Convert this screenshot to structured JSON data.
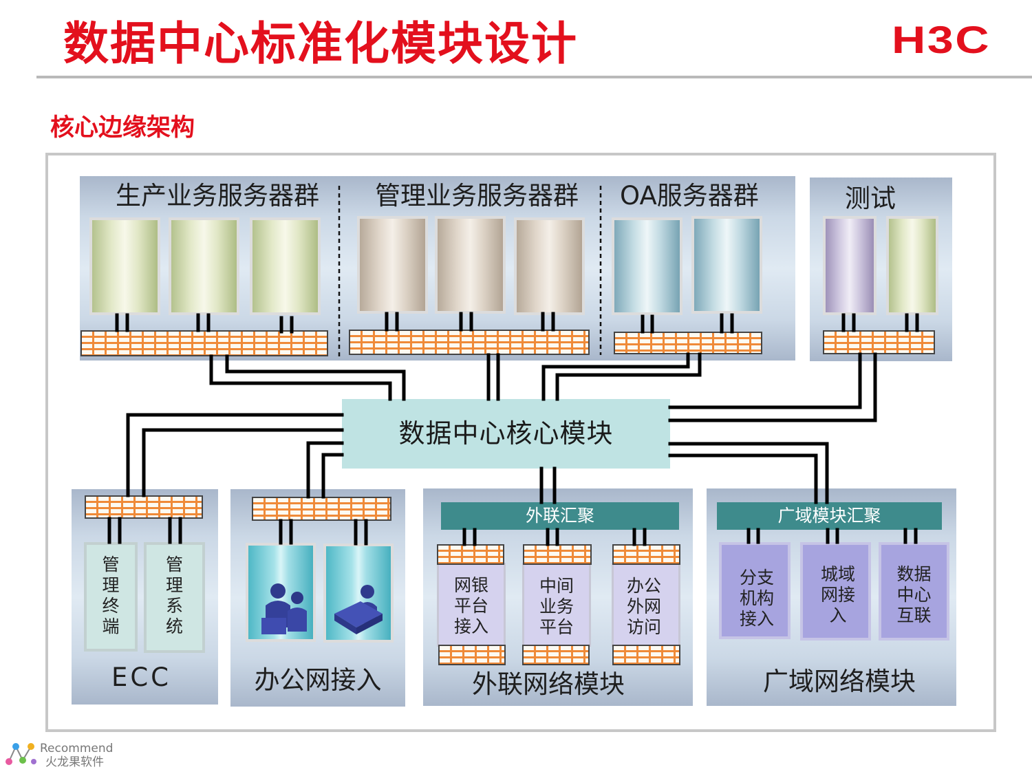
{
  "header": {
    "title": "数据中心标准化模块设计",
    "logo_text": "H3C",
    "subtitle": "核心边缘架构"
  },
  "top_groups": {
    "production": "生产业务服务器群",
    "management": "管理业务服务器群",
    "oa": "OA服务器群",
    "test": "测试"
  },
  "core_module": "数据中心核心模块",
  "ecc": {
    "label": "ECC",
    "items": [
      "管\n理\n终\n端",
      "管\n理\n系\n统"
    ]
  },
  "office_access": {
    "label": "办公网接入"
  },
  "external": {
    "label": "外联网络模块",
    "aggregation": "外联汇聚",
    "items": [
      "网银\n平台\n接入",
      "中间\n业务\n平台",
      "办公\n外网\n访问"
    ]
  },
  "wan": {
    "label": "广域网络模块",
    "aggregation": "广域模块汇聚",
    "items": [
      "分支\n机构\n接入",
      "城域\n网接\n入",
      "数据\n中心\n互联"
    ]
  },
  "watermark": {
    "line1": "Recommend",
    "line2": "火龙果软件"
  },
  "colors": {
    "title_red": "#e3101d",
    "aggregation_teal": "#3e8b8c",
    "core_fill": "#bfe3e3",
    "firewall_orange": "#ef8a38"
  }
}
